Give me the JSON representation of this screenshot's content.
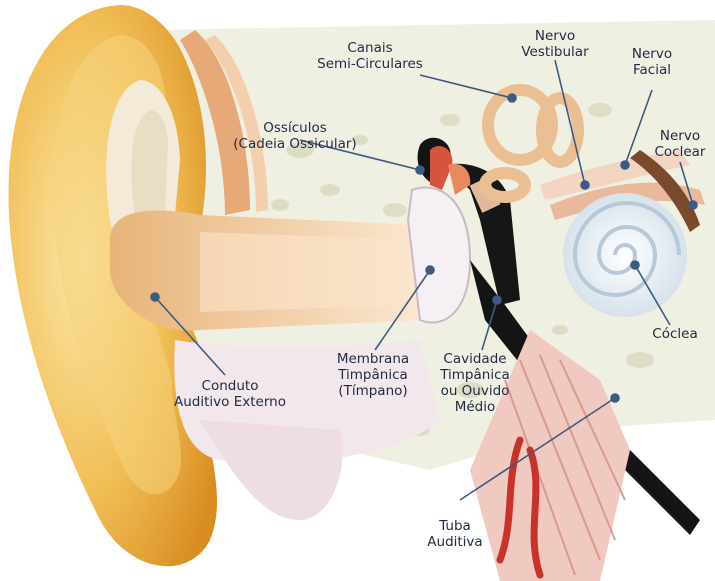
{
  "labels": {
    "canais": "Canais\nSemi-Circulares",
    "nervo_vestibular": "Nervo\nVestibular",
    "nervo_facial": "Nervo\nFacial",
    "nervo_coclear": "Nervo\nCoclear",
    "ossiculos": "Ossículos\n(Cadeia Ossicular)",
    "coclea": "Cóclea",
    "membrana": "Membrana\nTimpânica\n(Tímpano)",
    "cavidade": "Cavidade\nTimpânica\nou Ouvido\nMédio",
    "conduto": "Conduto\nAuditivo Externo",
    "tuba": "Tuba\nAuditiva"
  },
  "colors": {
    "label_text": "#1f2a44",
    "leader_line": "#3d5a80",
    "pinna": "#e9a93a",
    "pinna_light": "#f6d37e",
    "canal": "#f2c9a0",
    "bone": "#eeeee0",
    "cochlea": "#dfe9f1",
    "muscle": "#f0c9c1",
    "membrane": "#f7f0f3",
    "dark_cavity": "#141414",
    "vein": "#c8322a"
  }
}
